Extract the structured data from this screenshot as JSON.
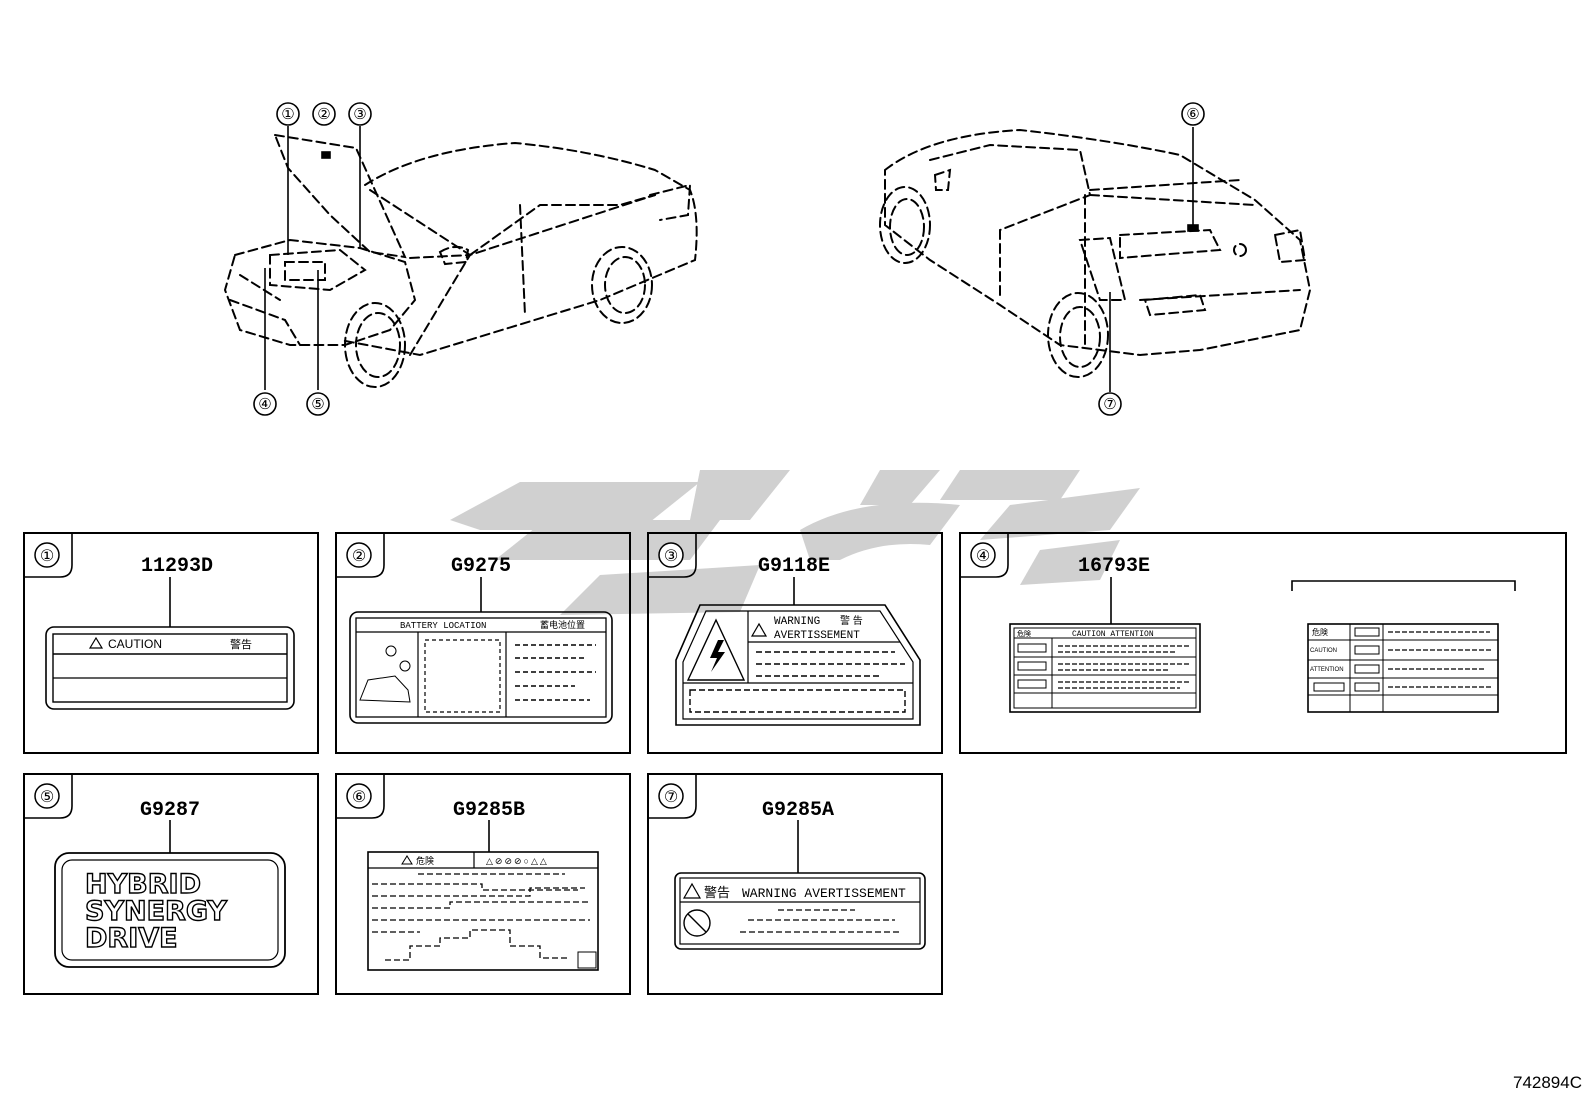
{
  "callouts": [
    "①",
    "②",
    "③",
    "④",
    "⑤",
    "⑥",
    "⑦"
  ],
  "panels": [
    {
      "num": "①",
      "part": "11293D"
    },
    {
      "num": "②",
      "part": "G9275"
    },
    {
      "num": "③",
      "part": "G9118E"
    },
    {
      "num": "④",
      "part": "16793E"
    },
    {
      "num": "⑤",
      "part": "G9287"
    },
    {
      "num": "⑥",
      "part": "G9285B"
    },
    {
      "num": "⑦",
      "part": "G9285A"
    }
  ],
  "labels": {
    "caution": {
      "title": "CAUTION",
      "jp": "警告"
    },
    "battery": {
      "title": "BATTERY LOCATION",
      "jp": "蓄电池位置"
    },
    "warning3": {
      "line1": "WARNING",
      "jp": "警 告",
      "line2": "AVERTISSEMENT"
    },
    "label4a": {
      "jp": "危険",
      "title": "CAUTION  ATTENTION"
    },
    "label4b": {
      "jp": "危険",
      "row1": "CAUTION",
      "row2": "ATTENTION"
    },
    "hybrid": {
      "line1": "HYBRID",
      "line2": "SYNERGY",
      "line3": "DRIVE"
    },
    "label6": {
      "jp": "危険",
      "symbols": "△⊘⊘⊘○△△"
    },
    "label7": {
      "jp": "警告",
      "title": "WARNING  AVERTISSEMENT"
    }
  },
  "diagram_code": "742894C",
  "watermark_color": "#c8c8c8"
}
